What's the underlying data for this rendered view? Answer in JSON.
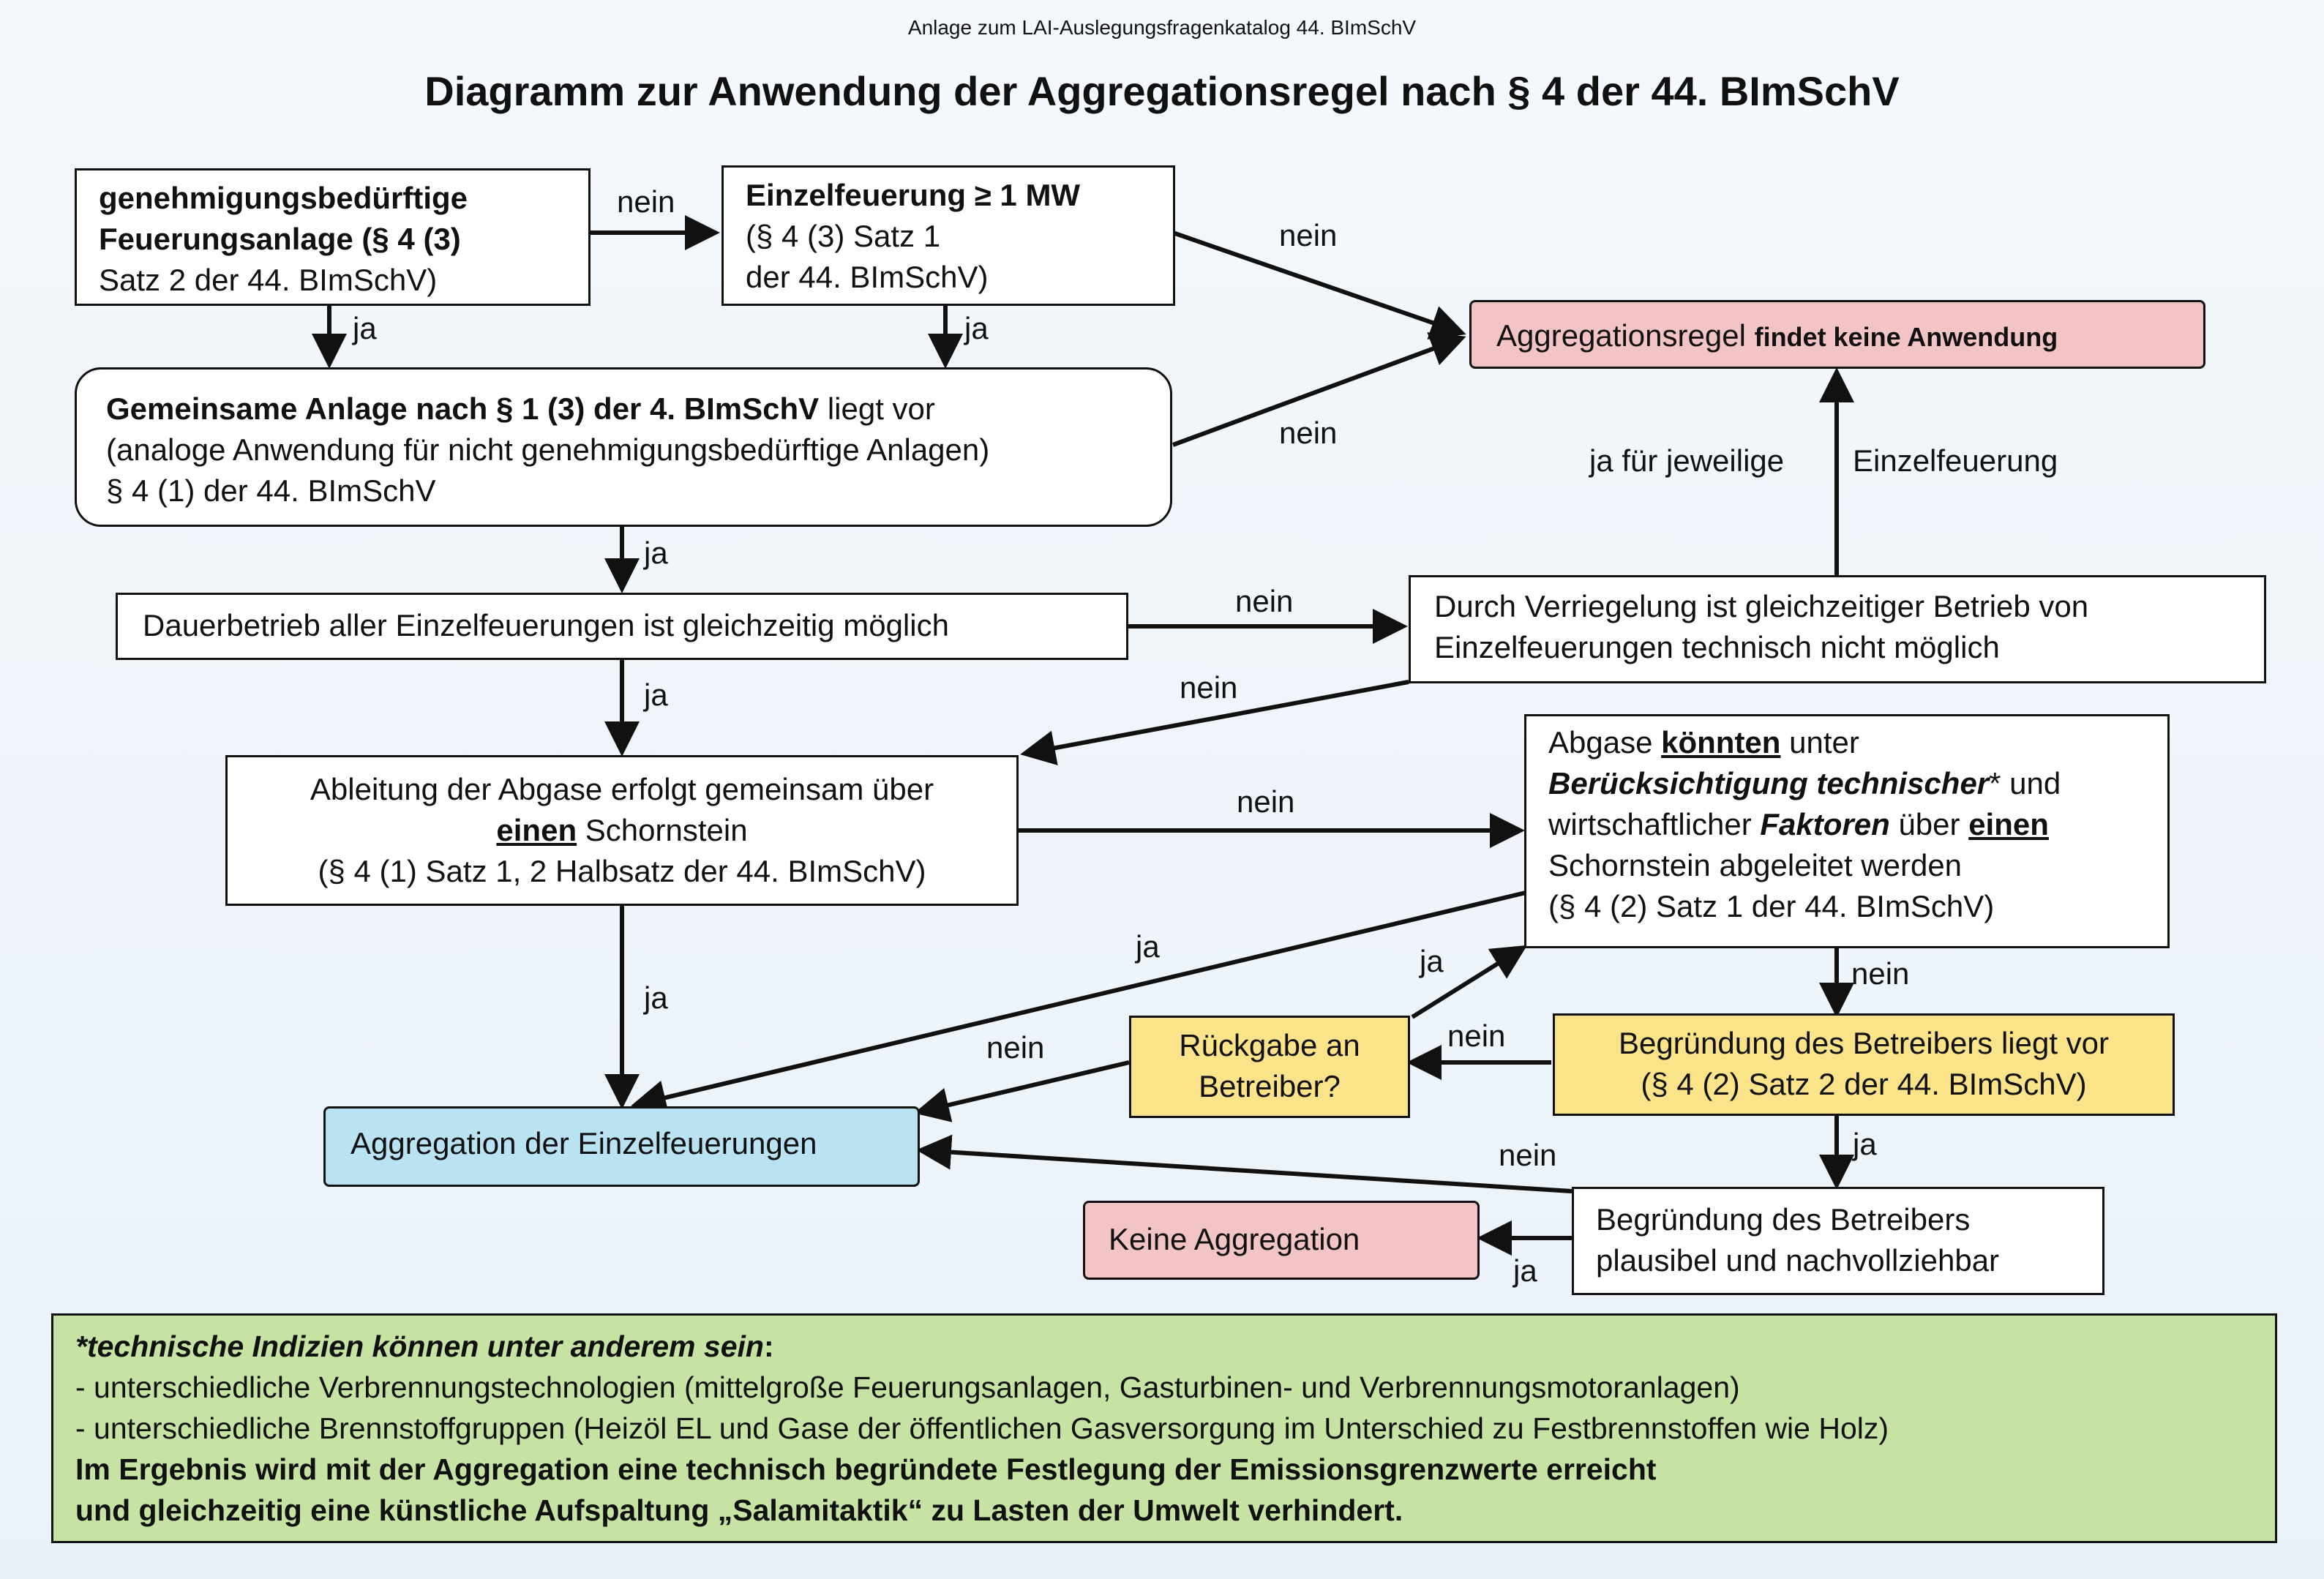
{
  "header_note": "Anlage zum LAI-Auslegungsfragenkatalog 44. BImSchV",
  "title": "Diagramm zur Anwendung der Aggregationsregel nach § 4 der 44. BImSchV",
  "boxes": {
    "genehmigung": {
      "line1": "genehmigungsbedürftige",
      "line2": "Feuerungsanlage (§ 4 (3)",
      "line3": "Satz 2 der 44. BImSchV)"
    },
    "einzelfeuerung": {
      "line1": "Einzelfeuerung ≥ 1 MW",
      "line2": "(§ 4 (3) Satz 1",
      "line3": "der 44. BImSchV)"
    },
    "keine_anwendung": {
      "part1": "Aggregationsregel",
      "part2": "findet keine Anwendung"
    },
    "gemeinsame_anlage": {
      "line1": "Gemeinsame Anlage nach § 1 (3) der 4. BImSchV",
      "line1_tail": " liegt vor",
      "line2": "(analoge Anwendung für nicht genehmigungsbedürftige Anlagen)",
      "line3": "§ 4 (1) der 44. BImSchV"
    },
    "dauerbetrieb": {
      "text": "Dauerbetrieb aller Einzelfeuerungen ist gleichzeitig möglich"
    },
    "verriegelung": {
      "line1": "Durch Verriegelung ist gleichzeitiger Betrieb von",
      "line2": "Einzelfeuerungen technisch nicht möglich"
    },
    "ableitung": {
      "line1": "Ableitung der Abgase erfolgt gemeinsam über",
      "line2_u": "einen",
      "line2_rest": " Schornstein",
      "line3": "(§ 4 (1) Satz 1, 2 Halbsatz der 44. BImSchV)"
    },
    "abgase": {
      "l1a": "Abgase ",
      "l1u": "könnten",
      "l1b": " unter",
      "l2a": "Berücksichtigung technischer",
      "l2b": "* und",
      "l3a": "wirtschaftlicher ",
      "l3b": "Faktoren",
      "l3c": " über ",
      "l3u": "einen",
      "l4": "Schornstein abgeleitet werden",
      "l5": "(§ 4 (2) Satz 1 der 44. BImSchV)"
    },
    "rueckgabe": {
      "line1": "Rückgabe an",
      "line2": "Betreiber?"
    },
    "begruendung_vorliegt": {
      "line1": "Begründung des Betreibers liegt vor",
      "line2": "(§ 4 (2) Satz 2 der 44. BImSchV)"
    },
    "aggregation": {
      "text": "Aggregation der Einzelfeuerungen"
    },
    "keine_aggregation": {
      "text": "Keine Aggregation"
    },
    "plausibel": {
      "line1": "Begründung des Betreibers",
      "line2": "plausibel und nachvollziehbar"
    }
  },
  "labels": {
    "nein": "nein",
    "ja": "ja",
    "ja_fuer_jeweilige": "ja für jeweilige",
    "einzelfeuerung": "Einzelfeuerung"
  },
  "footnote": {
    "heading": "*technische Indizien können unter anderem sein",
    "heading_colon": ":",
    "item1": "- unterschiedliche Verbrennungstechnologien (mittelgroße Feuerungsanlagen, Gasturbinen- und Verbrennungsmotoranlagen)",
    "item2": "- unterschiedliche Brennstoffgruppen (Heizöl EL und Gase der öffentlichen Gasversorgung im Unterschied zu Festbrennstoffen wie Holz)",
    "conclusion1": "Im Ergebnis wird mit der Aggregation eine technisch begründete Festlegung der Emissionsgrenzwerte erreicht",
    "conclusion2": "und gleichzeitig eine künstliche Aufspaltung „Salamitaktik“ zu Lasten der Umwelt verhindert."
  },
  "colors": {
    "pink": "#f2c4c6",
    "yellow": "#fbe38a",
    "blue": "#b9e2f3",
    "green": "#c7e3a3"
  }
}
